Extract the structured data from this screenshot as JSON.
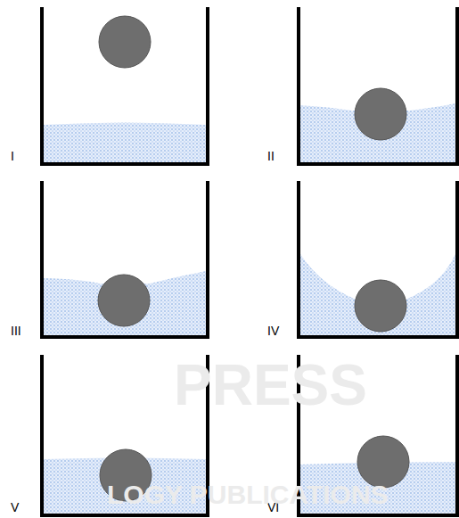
{
  "diagram": {
    "labels": [
      "I",
      "II",
      "III",
      "IV",
      "V",
      "VI",
      "PRESS",
      "LOGY PUBLICATIONS"
    ]
  }
}
